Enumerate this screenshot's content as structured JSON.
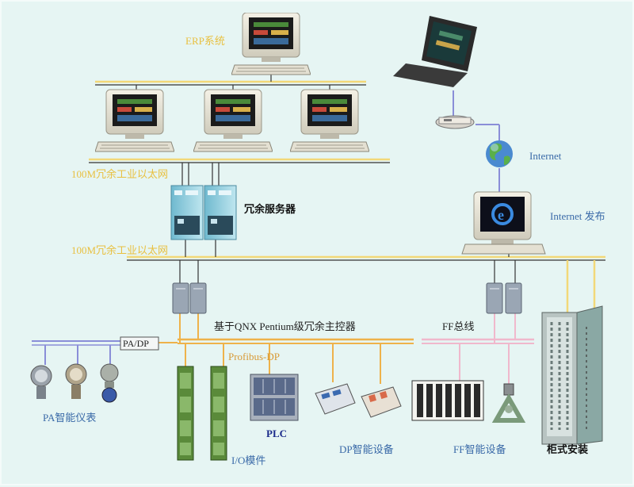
{
  "labels": {
    "erp": "ERP系统",
    "ethernet_top": "100M冗余工业以太网",
    "server": "冗余服务器",
    "ethernet_bottom": "100M冗余工业以太网",
    "internet": "Internet",
    "internet_publish": "Internet 发布",
    "controller": "基于QNX Pentium级冗余主控器",
    "pa_dp": "PA/DP",
    "profibus": "Profibus-DP",
    "ff_bus": "FF总线",
    "pa_instruments": "PA智能仪表",
    "io_modules": "I/O模件",
    "plc": "PLC",
    "dp_devices": "DP智能设备",
    "ff_devices": "FF智能设备",
    "cabinet": "柜式安装"
  },
  "colors": {
    "bus_yellow": "#f2d878",
    "bus_orange": "#eeb24a",
    "bus_blue": "#8a8ed8",
    "bus_pink": "#f0b8cc",
    "line_dark": "#222222"
  }
}
